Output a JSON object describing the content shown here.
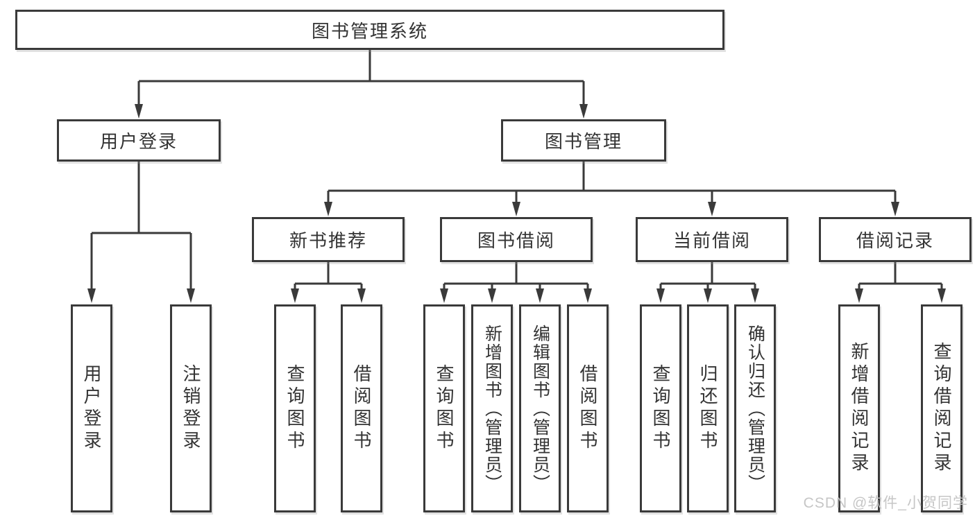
{
  "diagram": {
    "type": "hierarchy-tree",
    "root": "图书管理系统",
    "level2": [
      "用户登录",
      "图书管理"
    ],
    "level3": [
      "新书推荐",
      "图书借阅",
      "当前借阅",
      "借阅记录"
    ],
    "leaves": [
      "用户登录",
      "注销登录",
      "查询图书",
      "借阅图书",
      "查询图书",
      "新增图书（管理员）",
      "编辑图书（管理员）",
      "借阅图书",
      "查询图书",
      "归还图书",
      "确认归还（管理员）",
      "新增借阅记录",
      "查询借阅记录"
    ],
    "structure": {
      "用户登录": [
        "用户登录",
        "注销登录"
      ],
      "图书管理": [
        "新书推荐",
        "图书借阅",
        "当前借阅",
        "借阅记录"
      ],
      "新书推荐": [
        "查询图书",
        "借阅图书"
      ],
      "图书借阅": [
        "查询图书",
        "新增图书（管理员）",
        "编辑图书（管理员）",
        "借阅图书"
      ],
      "当前借阅": [
        "查询图书",
        "归还图书",
        "确认归还（管理员）"
      ],
      "借阅记录": [
        "新增借阅记录",
        "查询借阅记录"
      ]
    }
  },
  "watermark": "CSDN @软件_小贺同学",
  "colors": {
    "line": "#3a3a3a",
    "text": "#333333",
    "background": "#ffffff",
    "watermark": "#c3c3c3"
  }
}
